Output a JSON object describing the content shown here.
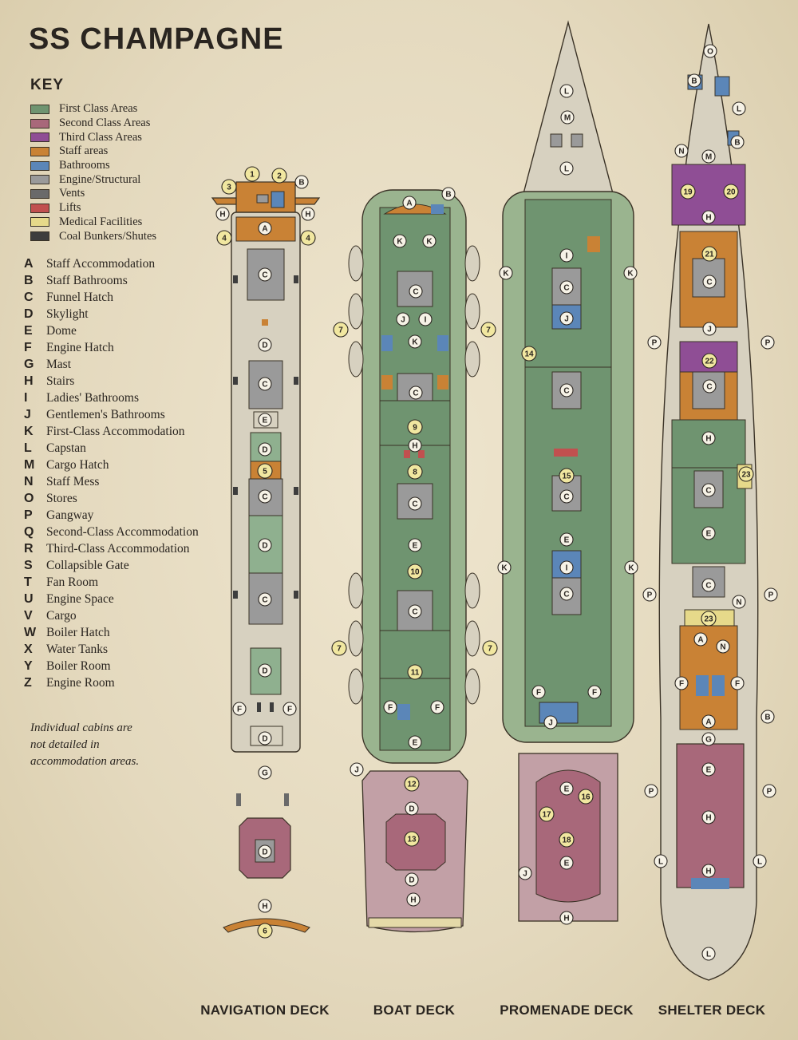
{
  "title": "SS CHAMPAGNE",
  "key": {
    "heading": "KEY",
    "colors": [
      {
        "label": "First Class Areas",
        "color": "#6f9470"
      },
      {
        "label": "Second Class Areas",
        "color": "#a8687a"
      },
      {
        "label": "Third Class Areas",
        "color": "#8f4e95"
      },
      {
        "label": "Staff areas",
        "color": "#c98235"
      },
      {
        "label": "Bathrooms",
        "color": "#5b86b8"
      },
      {
        "label": "Engine/Structural",
        "color": "#9a9a9a"
      },
      {
        "label": "Vents",
        "color": "#6a6a6a"
      },
      {
        "label": "Lifts",
        "color": "#c1504f"
      },
      {
        "label": "Medical Facilities",
        "color": "#e6d98a"
      },
      {
        "label": "Coal Bunkers/Shutes",
        "color": "#3d3d3d"
      }
    ],
    "letters": [
      {
        "letter": "A",
        "label": "Staff Accommodation"
      },
      {
        "letter": "B",
        "label": "Staff Bathrooms"
      },
      {
        "letter": "C",
        "label": "Funnel Hatch"
      },
      {
        "letter": "D",
        "label": "Skylight"
      },
      {
        "letter": "E",
        "label": "Dome"
      },
      {
        "letter": "F",
        "label": "Engine Hatch"
      },
      {
        "letter": "G",
        "label": "Mast"
      },
      {
        "letter": "H",
        "label": "Stairs"
      },
      {
        "letter": "I",
        "label": "Ladies' Bathrooms"
      },
      {
        "letter": "J",
        "label": "Gentlemen's Bathrooms"
      },
      {
        "letter": "K",
        "label": "First-Class Accommodation"
      },
      {
        "letter": "L",
        "label": "Capstan"
      },
      {
        "letter": "M",
        "label": "Cargo Hatch"
      },
      {
        "letter": "N",
        "label": "Staff Mess"
      },
      {
        "letter": "O",
        "label": "Stores"
      },
      {
        "letter": "P",
        "label": "Gangway"
      },
      {
        "letter": "Q",
        "label": "Second-Class Accommodation"
      },
      {
        "letter": "R",
        "label": "Third-Class Accommodation"
      },
      {
        "letter": "S",
        "label": "Collapsible Gate"
      },
      {
        "letter": "T",
        "label": "Fan Room"
      },
      {
        "letter": "U",
        "label": "Engine Space"
      },
      {
        "letter": "V",
        "label": "Cargo"
      },
      {
        "letter": "W",
        "label": "Boiler Hatch"
      },
      {
        "letter": "X",
        "label": "Water Tanks"
      },
      {
        "letter": "Y",
        "label": "Boiler Room"
      },
      {
        "letter": "Z",
        "label": "Engine Room"
      }
    ]
  },
  "note": "Individual cabins are not detailed in accommodation areas.",
  "decks": {
    "navigation": "NAVIGATION DECK",
    "boat": "BOAT DECK",
    "promenade": "PROMENADE DECK",
    "shelter": "SHELTER DECK"
  },
  "markers": {
    "nav": [
      "1",
      "2",
      "3",
      "B",
      "H",
      "H",
      "4",
      "A",
      "4",
      "C",
      "D",
      "C",
      "E",
      "D",
      "5",
      "C",
      "D",
      "C",
      "D",
      "F",
      "F",
      "D",
      "G",
      "D",
      "H",
      "6"
    ],
    "boat": [
      "A",
      "B",
      "K",
      "K",
      "C",
      "J",
      "I",
      "K",
      "7",
      "7",
      "C",
      "9",
      "H",
      "8",
      "C",
      "E",
      "10",
      "C",
      "7",
      "7",
      "11",
      "F",
      "F",
      "E",
      "J",
      "12",
      "D",
      "13",
      "D",
      "H"
    ],
    "prom": [
      "L",
      "M",
      "L",
      "K",
      "K",
      "I",
      "C",
      "J",
      "14",
      "C",
      "15",
      "C",
      "E",
      "I",
      "C",
      "K",
      "K",
      "F",
      "F",
      "J",
      "E",
      "16",
      "17",
      "18",
      "E",
      "J",
      "H"
    ],
    "shelter": [
      "O",
      "B",
      "L",
      "B",
      "N",
      "M",
      "19",
      "20",
      "H",
      "21",
      "C",
      "P",
      "P",
      "J",
      "22",
      "C",
      "H",
      "23",
      "C",
      "E",
      "P",
      "P",
      "C",
      "N",
      "23",
      "A",
      "N",
      "F",
      "F",
      "B",
      "A",
      "G",
      "E",
      "P",
      "P",
      "H",
      "L",
      "L",
      "H",
      "L"
    ]
  }
}
